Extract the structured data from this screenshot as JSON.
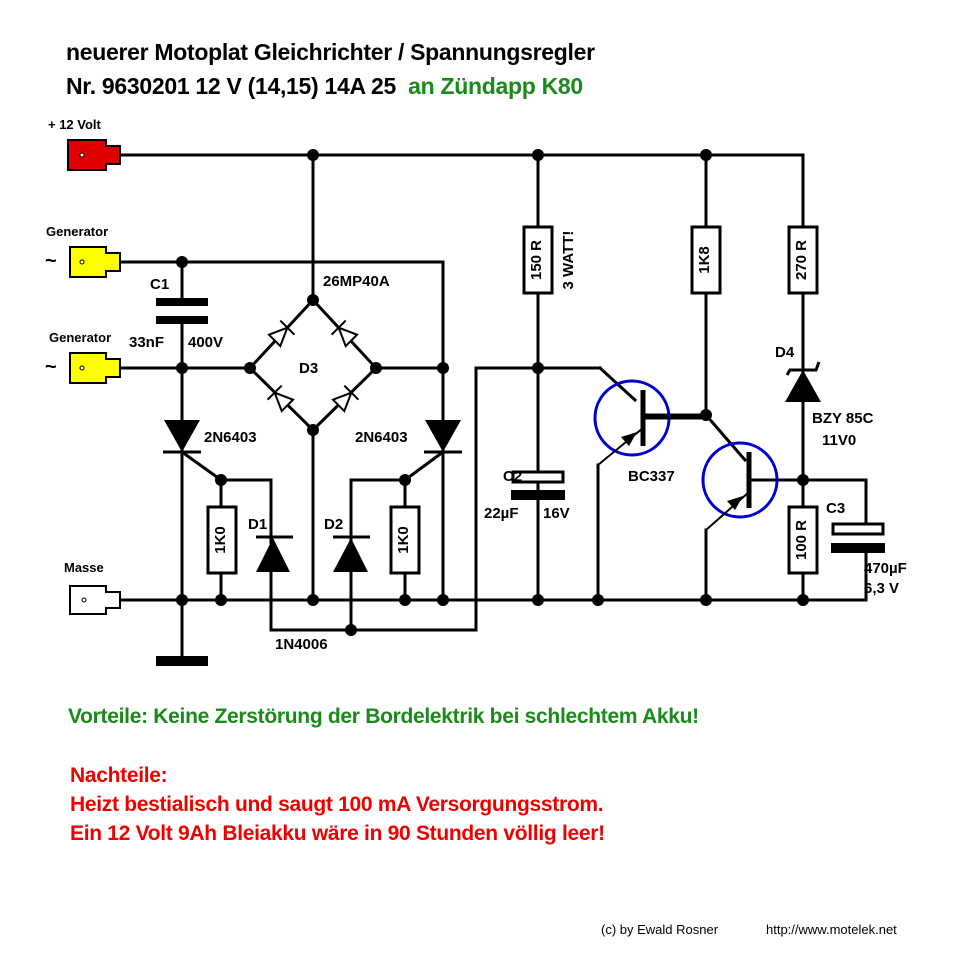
{
  "title": {
    "line1": "neuerer  Motoplat Gleichrichter / Spannungsregler",
    "line2_black": "Nr. 9630201   12 V   (14,15)  14A 25",
    "line2_green": "an Zündapp K80"
  },
  "terminals": {
    "plus": {
      "label": "+ 12 Volt",
      "color": "#e00000"
    },
    "gen1": {
      "label": "Generator",
      "symbol": "~",
      "color": "#ffff00"
    },
    "gen2": {
      "label": "Generator",
      "symbol": "~",
      "color": "#ffff00"
    },
    "masse": {
      "label": "Masse",
      "color": "#ffffff"
    }
  },
  "components": {
    "c1": {
      "ref": "C1",
      "value": "33nF",
      "voltage": "400V"
    },
    "d3": {
      "ref": "D3",
      "part": "26MP40A"
    },
    "thy_left": {
      "part": "2N6403"
    },
    "thy_right": {
      "part": "2N6403"
    },
    "r_left": {
      "value": "1K0"
    },
    "r_right": {
      "value": "1K0"
    },
    "d1": {
      "ref": "D1"
    },
    "d2": {
      "ref": "D2"
    },
    "d12_part": "1N4006",
    "r150": {
      "value": "150 R",
      "note": "3 WATT!"
    },
    "c2": {
      "ref": "C2",
      "value": "22µF",
      "voltage": "16V"
    },
    "r1k8": {
      "value": "1K8"
    },
    "t1": {
      "part": "BC337"
    },
    "r270": {
      "value": "270 R"
    },
    "d4": {
      "ref": "D4",
      "part": "BZY 85C",
      "voltage": "11V0"
    },
    "r100": {
      "value": "100 R"
    },
    "c3": {
      "ref": "C3",
      "value": "470µF",
      "voltage": "6,3 V"
    },
    "transistor_circle_color": "#0000cc"
  },
  "notes": {
    "vorteile": "Vorteile: Keine Zerstörung der Bordelektrik bei schlechtem Akku!",
    "nachteile_head": "Nachteile:",
    "nachteile_1": "Heizt bestialisch und saugt 100 mA Versorgungsstrom.",
    "nachteile_2": "Ein 12 Volt 9Ah Bleiakku wäre in 90 Stunden völlig leer!"
  },
  "footer": {
    "copyright": "(c) by Ewald Rosner",
    "url": "http://www.motelek.net"
  }
}
